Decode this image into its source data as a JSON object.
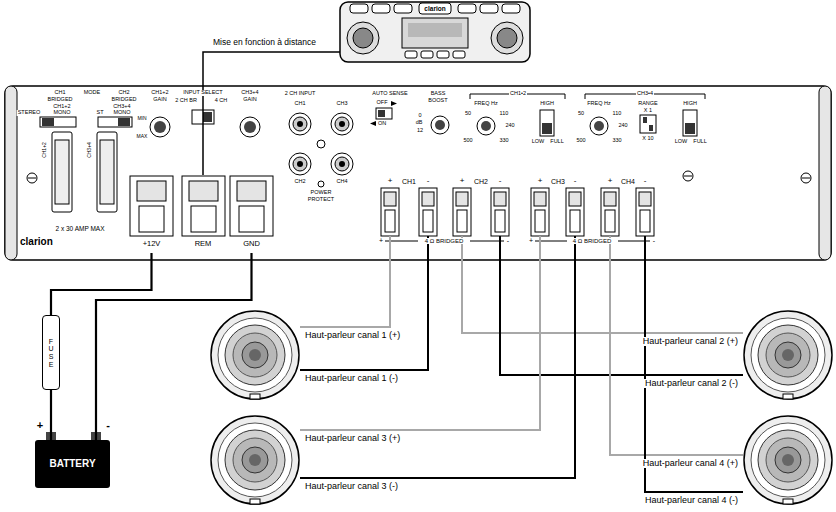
{
  "diagram": {
    "nodes": [
      {
        "text": [
          "clarion"
        ]
      },
      {
        "text": [
          "clarion"
        ]
      },
      {
        "text": [
          "+12V"
        ],
        "in": 1
      },
      {
        "text": [
          "REM"
        ],
        "in": 1
      },
      {
        "text": [
          "GND"
        ],
        "in": 1
      },
      {
        "text": [
          "CH1"
        ],
        "in": 1
      },
      {
        "text": [
          "CH2"
        ],
        "in": 1
      },
      {
        "text": [
          "CH3"
        ],
        "in": 1
      },
      {
        "text": [
          "CH4"
        ],
        "in": 1
      },
      {
        "text": [
          "FUSE"
        ]
      },
      {
        "text": [
          "BATTERY"
        ]
      },
      {
        "text": [
          "Haut-parleur canal 1 (+)",
          "Haut-parleur canal 1 (-)"
        ]
      },
      {
        "text": [
          "Haut-parleur canal 2 (+)",
          "Haut-parleur canal 2 (-)"
        ]
      },
      {
        "text": [
          "Haut-parleur canal 3 (+)",
          "Haut-parleur canal 3 (-)"
        ]
      },
      {
        "text": [
          "Haut-parleur canal 4 (+)",
          "Haut-parleur canal 4 (-)"
        ]
      }
    ],
    "edges": [
      {
        "from": 0,
        "to": 3,
        "arrow": "none",
        "label": "Mise en fonction à distance"
      },
      {
        "from": 9,
        "to": 2,
        "arrow": "none"
      },
      {
        "from": 10,
        "to": 9,
        "arrow": "none"
      },
      {
        "from": 10,
        "to": 4,
        "arrow": "none"
      },
      {
        "from": 5,
        "to": 11,
        "arrow": "none"
      },
      {
        "from": 5,
        "to": 11,
        "arrow": "none"
      },
      {
        "from": 6,
        "to": 12,
        "arrow": "none"
      },
      {
        "from": 6,
        "to": 12,
        "arrow": "none"
      },
      {
        "from": 7,
        "to": 13,
        "arrow": "none"
      },
      {
        "from": 7,
        "to": 13,
        "arrow": "none"
      },
      {
        "from": 8,
        "to": 14,
        "arrow": "none"
      },
      {
        "from": 8,
        "to": 14,
        "arrow": "none"
      }
    ],
    "labels": [
      "CH1",
      "MODE",
      "CH2",
      "BRIDGED",
      "BRIDGED",
      "STEREO",
      "CH1+2",
      "MONO",
      "ST",
      "CH3+4",
      "MONO",
      "CH1+2",
      "CH3+4",
      "CH1+2",
      "GAIN",
      "MIN",
      "MAX",
      "INPUT SELECT",
      "2 CH BR",
      "4 CH",
      "CH3+4",
      "GAIN",
      "2 CH INPUT",
      "CH1",
      "CH3",
      "CH2",
      "CH4",
      "POWER",
      "PROTECT",
      "AUTO SENSE",
      "OFF",
      "ON",
      "BASS",
      "BOOST",
      "0",
      "dB",
      "12",
      "CH1•2",
      "FREQ Hz",
      "50",
      "110",
      "240",
      "500",
      "330",
      "HIGH",
      "LOW",
      "FULL",
      "CH3•4",
      "FREQ Hz",
      "50",
      "110",
      "240",
      "500",
      "330",
      "RANGE",
      "X 1",
      "X 10",
      "HIGH",
      "LOW",
      "FULL",
      "+",
      "-",
      "+",
      "-",
      "+",
      "-",
      "+",
      "-",
      "+",
      "4 Ω BRIDGED",
      "-",
      "+",
      "4 Ω BRIDGED",
      "-",
      "2 x 30 AMP MAX",
      "+",
      "-"
    ]
  }
}
